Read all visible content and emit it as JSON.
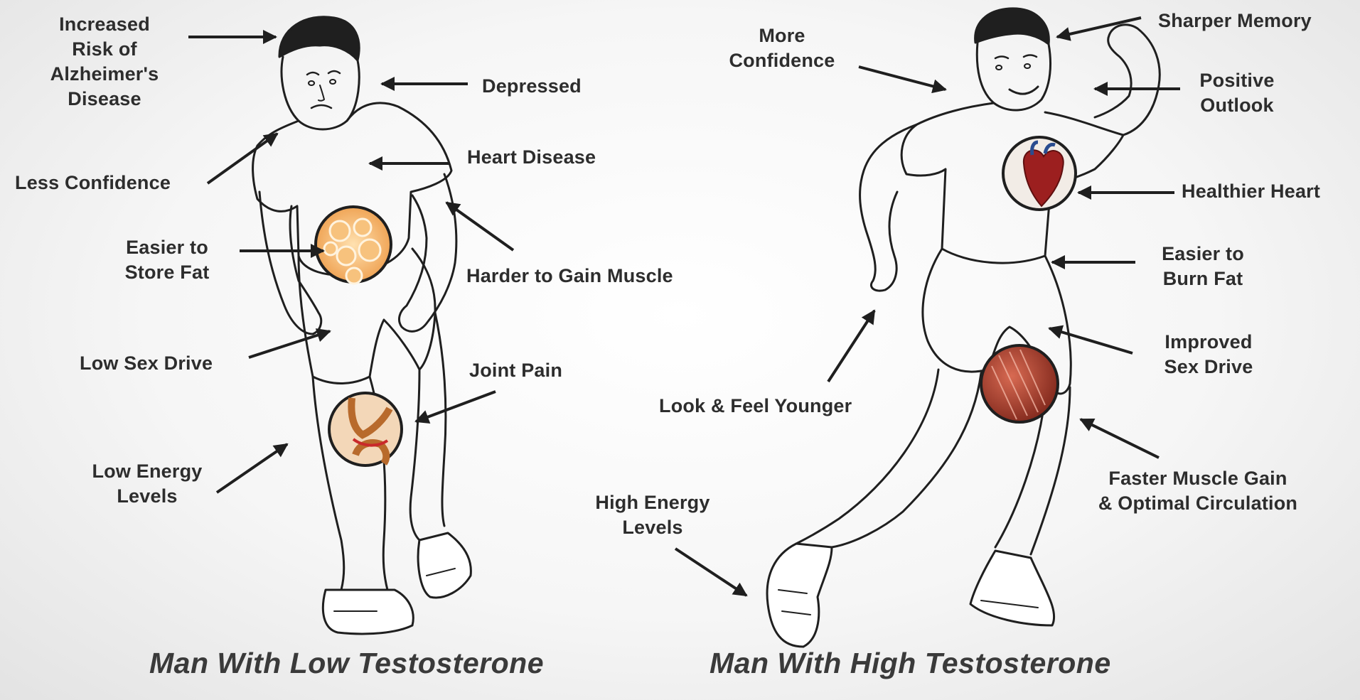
{
  "colors": {
    "ink": "#1f1f1f",
    "label": "#2d2d2d",
    "fat": "#f4b265",
    "heart": "#9c1f1f",
    "muscle": "#a8412f"
  },
  "low": {
    "caption": "Man With Low Testosterone",
    "labels": {
      "alzheimers": "Increased\nRisk of\nAlzheimer's\nDisease",
      "depressed": "Depressed",
      "less_confidence": "Less Confidence",
      "heart_disease": "Heart Disease",
      "store_fat": "Easier to\nStore Fat",
      "gain_muscle": "Harder to Gain Muscle",
      "sex_drive": "Low Sex Drive",
      "joint_pain": "Joint Pain",
      "energy": "Low Energy\nLevels"
    }
  },
  "high": {
    "caption": "Man With High Testosterone",
    "labels": {
      "more_confidence": "More\nConfidence",
      "memory": "Sharper Memory",
      "outlook": "Positive\nOutlook",
      "heart": "Healthier Heart",
      "burn_fat": "Easier to\nBurn Fat",
      "sex_drive": "Improved\nSex Drive",
      "younger": "Look & Feel Younger",
      "muscle": "Faster Muscle Gain\n& Optimal Circulation",
      "energy": "High Energy\nLevels"
    }
  }
}
